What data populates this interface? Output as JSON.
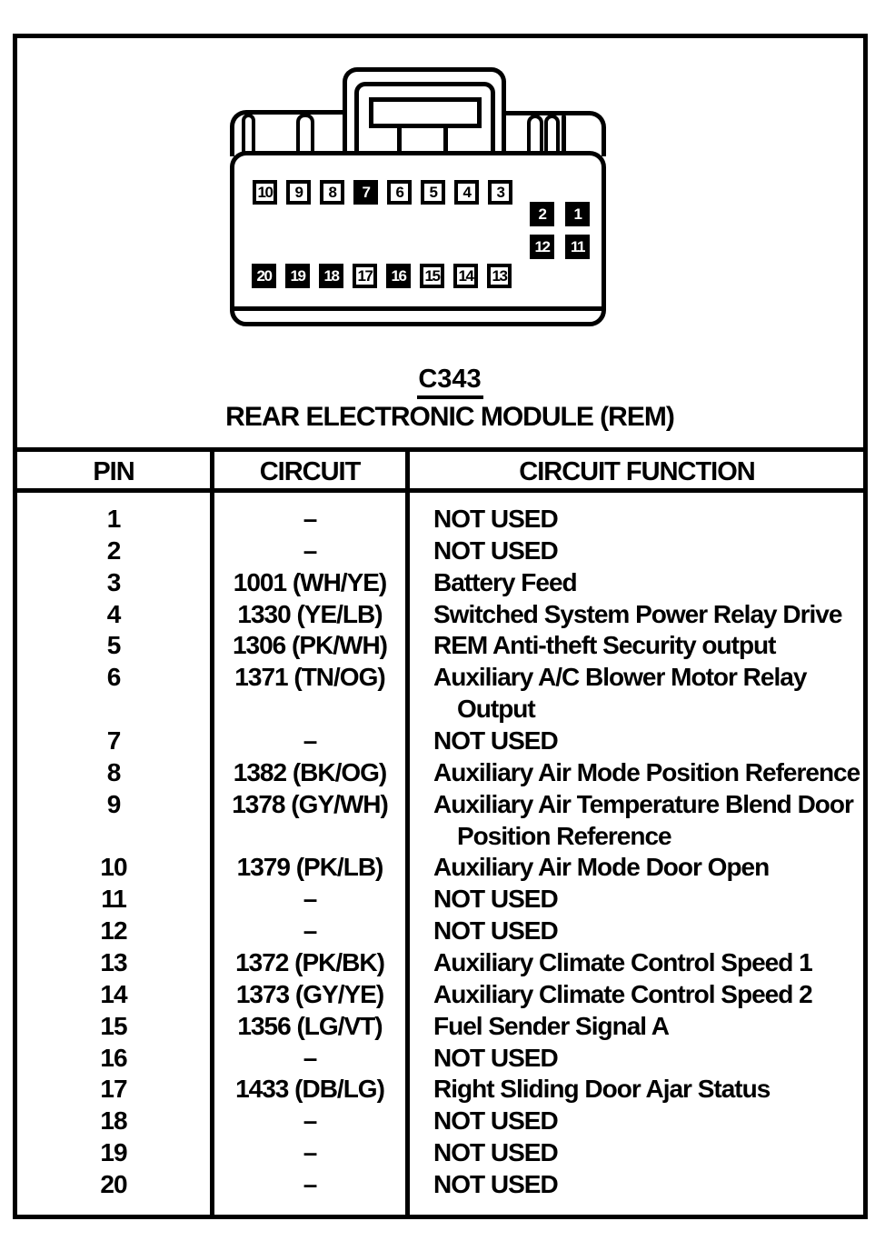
{
  "connector": {
    "id": "C343",
    "name": "REAR ELECTRONIC MODULE (REM)",
    "pins_top_row": [
      {
        "label": "10",
        "filled": false
      },
      {
        "label": "9",
        "filled": false
      },
      {
        "label": "8",
        "filled": false
      },
      {
        "label": "7",
        "filled": true
      },
      {
        "label": "6",
        "filled": false
      },
      {
        "label": "5",
        "filled": false
      },
      {
        "label": "4",
        "filled": false
      },
      {
        "label": "3",
        "filled": false
      }
    ],
    "pins_right_cluster": [
      {
        "label": "2",
        "filled": true
      },
      {
        "label": "1",
        "filled": true
      },
      {
        "label": "12",
        "filled": true
      },
      {
        "label": "11",
        "filled": true
      }
    ],
    "pins_bottom_row": [
      {
        "label": "20",
        "filled": true
      },
      {
        "label": "19",
        "filled": true
      },
      {
        "label": "18",
        "filled": true
      },
      {
        "label": "17",
        "filled": false
      },
      {
        "label": "16",
        "filled": true
      },
      {
        "label": "15",
        "filled": false
      },
      {
        "label": "14",
        "filled": false
      },
      {
        "label": "13",
        "filled": false
      }
    ]
  },
  "table": {
    "headers": {
      "pin": "PIN",
      "circuit": "CIRCUIT",
      "function": "CIRCUIT FUNCTION"
    },
    "rows": [
      {
        "pin": "1",
        "circuit": "–",
        "function_lines": [
          "NOT USED"
        ]
      },
      {
        "pin": "2",
        "circuit": "–",
        "function_lines": [
          "NOT USED"
        ]
      },
      {
        "pin": "3",
        "circuit": "1001 (WH/YE)",
        "function_lines": [
          "Battery Feed"
        ]
      },
      {
        "pin": "4",
        "circuit": "1330 (YE/LB)",
        "function_lines": [
          "Switched System Power Relay Drive"
        ]
      },
      {
        "pin": "5",
        "circuit": "1306 (PK/WH)",
        "function_lines": [
          "REM Anti-theft Security output"
        ]
      },
      {
        "pin": "6",
        "circuit": "1371 (TN/OG)",
        "function_lines": [
          "Auxiliary A/C Blower Motor Relay",
          "Output"
        ]
      },
      {
        "pin": "7",
        "circuit": "–",
        "function_lines": [
          "NOT USED"
        ]
      },
      {
        "pin": "8",
        "circuit": "1382 (BK/OG)",
        "function_lines": [
          "Auxiliary Air Mode Position Reference"
        ]
      },
      {
        "pin": "9",
        "circuit": "1378 (GY/WH)",
        "function_lines": [
          "Auxiliary Air Temperature Blend Door",
          "Position Reference"
        ]
      },
      {
        "pin": "10",
        "circuit": "1379 (PK/LB)",
        "function_lines": [
          "Auxiliary Air Mode Door Open"
        ]
      },
      {
        "pin": "11",
        "circuit": "–",
        "function_lines": [
          "NOT USED"
        ]
      },
      {
        "pin": "12",
        "circuit": "–",
        "function_lines": [
          "NOT USED"
        ]
      },
      {
        "pin": "13",
        "circuit": "1372 (PK/BK)",
        "function_lines": [
          "Auxiliary Climate Control Speed 1"
        ]
      },
      {
        "pin": "14",
        "circuit": "1373 (GY/YE)",
        "function_lines": [
          "Auxiliary Climate Control Speed 2"
        ]
      },
      {
        "pin": "15",
        "circuit": "1356 (LG/VT)",
        "function_lines": [
          "Fuel Sender Signal A"
        ]
      },
      {
        "pin": "16",
        "circuit": "–",
        "function_lines": [
          "NOT USED"
        ]
      },
      {
        "pin": "17",
        "circuit": "1433 (DB/LG)",
        "function_lines": [
          "Right Sliding Door Ajar Status"
        ]
      },
      {
        "pin": "18",
        "circuit": "–",
        "function_lines": [
          "NOT USED"
        ]
      },
      {
        "pin": "19",
        "circuit": "–",
        "function_lines": [
          "NOT USED"
        ]
      },
      {
        "pin": "20",
        "circuit": "–",
        "function_lines": [
          "NOT USED"
        ]
      }
    ]
  },
  "colors": {
    "ink": "#000000",
    "paper": "#ffffff"
  }
}
